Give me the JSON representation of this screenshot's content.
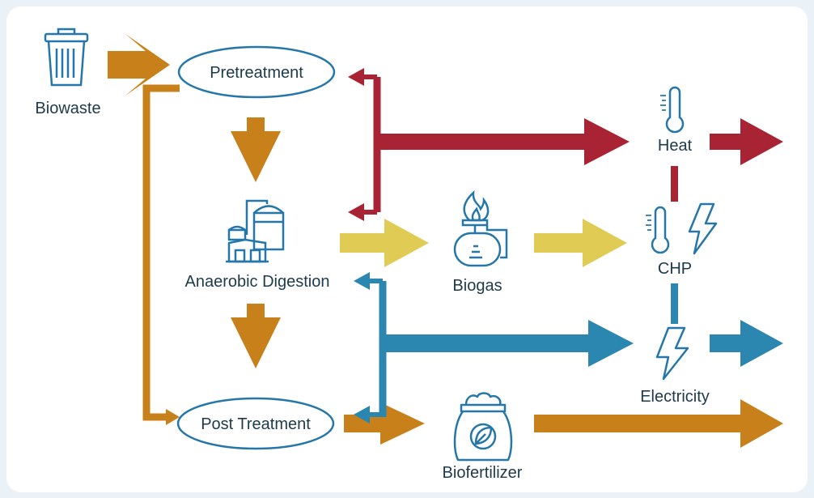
{
  "nodes": {
    "biowaste": "Biowaste",
    "pretreatment": "Pretreatment",
    "anaerobic_digestion": "Anaerobic Digestion",
    "post_treatment": "Post Treatment",
    "biogas": "Biogas",
    "heat": "Heat",
    "chp": "CHP",
    "electricity": "Electricity",
    "biofertilizer": "Biofertilizer"
  },
  "icons": [
    "trash-bin-icon",
    "digester-plant-icon",
    "biogas-burner-icon",
    "thermometer-icon",
    "lightning-icon",
    "fertilizer-bag-icon"
  ],
  "colors": {
    "waste_flow": "#c8801a",
    "heat_flow": "#a82333",
    "electricity_flow": "#2b86b0",
    "biogas_flow": "#e0cc55",
    "outline": "#2477a8",
    "background": "#eaf2f8"
  }
}
